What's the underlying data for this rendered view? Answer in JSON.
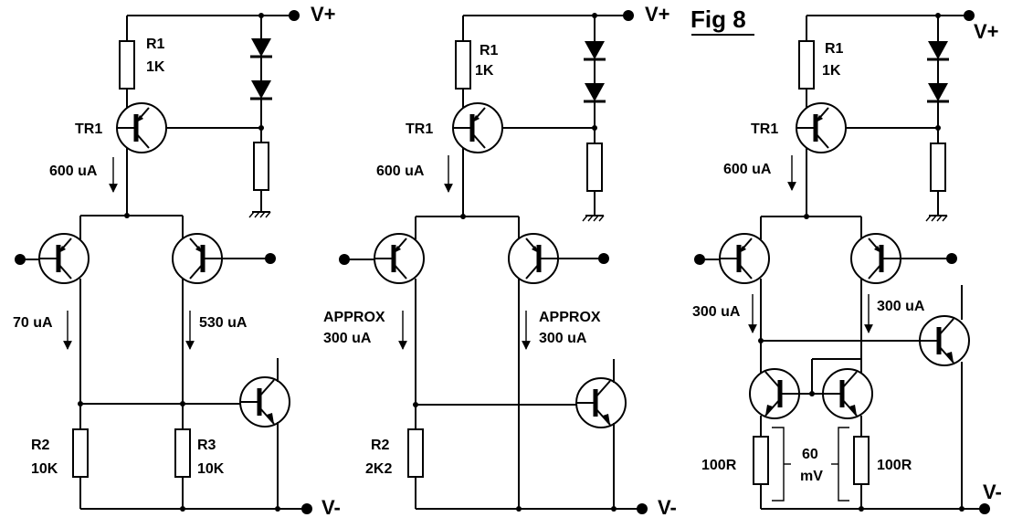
{
  "figure_label": "Fig 8",
  "rail_pos": "V+",
  "rail_neg": "V-",
  "circuits": [
    {
      "r1": "R1",
      "r1_value": "1K",
      "tr1": "TR1",
      "tail_current": "600 uA",
      "left_current": "70 uA",
      "right_current": "530 uA",
      "r2": "R2",
      "r2_value": "10K",
      "r3": "R3",
      "r3_value": "10K"
    },
    {
      "r1": "R1",
      "r1_value": "1K",
      "tr1": "TR1",
      "tail_current": "600 uA",
      "left_approx": "APPROX",
      "left_current": "300 uA",
      "right_approx": "APPROX",
      "right_current": "300 uA",
      "r2": "R2",
      "r2_value": "2K2"
    },
    {
      "r1": "R1",
      "r1_value": "1K",
      "tr1": "TR1",
      "tail_current": "600 uA",
      "left_current": "300 uA",
      "right_current": "300 uA",
      "mirror_left_res": "100R",
      "mirror_right_res": "100R",
      "mirror_voltage_value": "60",
      "mirror_voltage_unit": "mV"
    }
  ]
}
